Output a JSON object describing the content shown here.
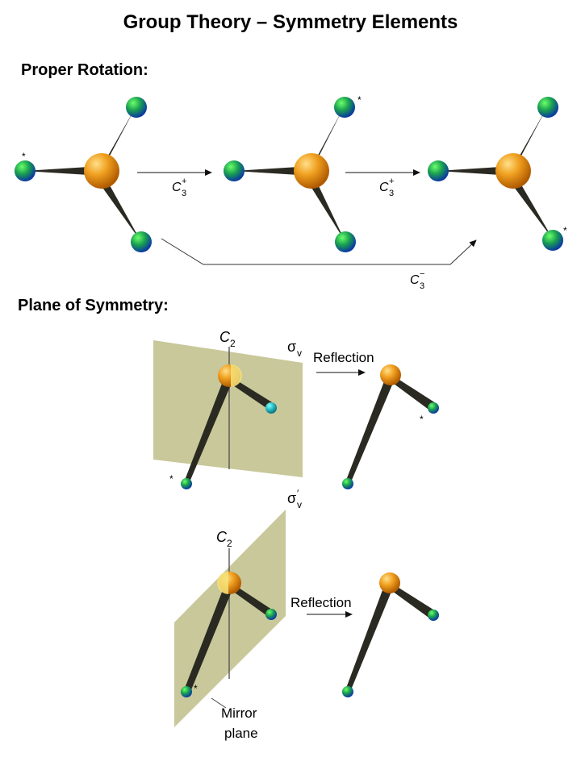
{
  "title": "Group Theory – Symmetry Elements",
  "sections": {
    "proper_rotation": "Proper Rotation:",
    "plane_of_symmetry": "Plane of Symmetry:"
  },
  "rotation": {
    "op1": {
      "symbol": "C",
      "sub": "3",
      "sup": "+"
    },
    "op2": {
      "symbol": "C",
      "sub": "3",
      "sup": "+"
    },
    "op3": {
      "symbol": "C",
      "sub": "3",
      "sup": "−"
    },
    "marker": "*"
  },
  "plane1": {
    "axis_symbol": "C",
    "axis_sub": "2",
    "plane_symbol": "σ",
    "plane_sub": "v",
    "arrow_label": "Reflection",
    "marker": "*"
  },
  "plane2": {
    "axis_symbol": "C",
    "axis_sub": "2",
    "plane_symbol": "σ",
    "plane_sup": "′",
    "plane_sub": "v",
    "arrow_label": "Reflection",
    "marker": "*",
    "mirror_line1": "Mirror",
    "mirror_line2": "plane"
  },
  "colors": {
    "central_atom": "#f0a020",
    "ligand_atom": "#1aa050",
    "bond": "#2a2a22",
    "plane": "#c8c89a"
  }
}
